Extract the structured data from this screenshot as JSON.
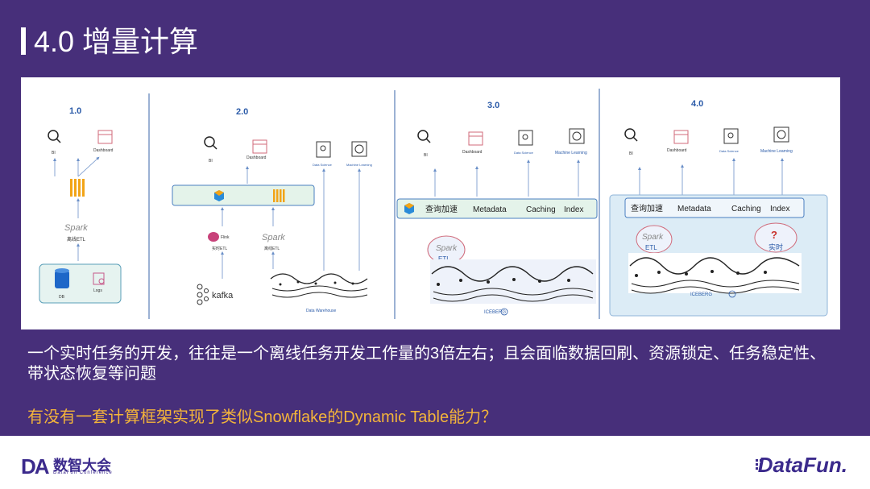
{
  "title": "4.0 增量计算",
  "body_text": "一个实时任务的开发，往往是一个离线任务开发工作量的3倍左右；且会面临数据回刷、资源锁定、任务稳定性、带状态恢复等问题",
  "highlight_text": "有没有一套计算框架实现了类似Snowflake的Dynamic Table能力？",
  "colors": {
    "background": "#472f7a",
    "highlight": "#f3b43a",
    "brand": "#3b2a8c"
  },
  "diagram": {
    "panel1": {
      "version": "1.0",
      "bi": "BI",
      "dashboard": "Dashboard",
      "spark_etl": "离线ETL",
      "db": "DB",
      "logs": "Logs",
      "spark": "Spark"
    },
    "panel2": {
      "version": "2.0",
      "bi": "BI",
      "dashboard": "Dashboard",
      "data_science": "Data Science",
      "machine_learning": "Machine Learning",
      "flink": "Flink",
      "flink_etl": "实时ETL",
      "spark": "Spark",
      "spark_etl": "离线ETL",
      "kafka": "kafka",
      "warehouse": "Data Warehouse"
    },
    "panel3": {
      "version": "3.0",
      "bi": "BI",
      "dashboard": "Dashboard",
      "data_science": "Data Science",
      "machine_learning": "Machine Learning",
      "accel": "查询加速",
      "metadata": "Metadata",
      "caching": "Caching",
      "index": "Index",
      "spark": "Spark",
      "etl": "ETL",
      "iceberg": "ICEBERG"
    },
    "panel4": {
      "version": "4.0",
      "bi": "BI",
      "dashboard": "Dashboard",
      "data_science": "Data Science",
      "machine_learning": "Machine Learning",
      "accel": "查询加速",
      "metadata": "Metadata",
      "caching": "Caching",
      "index": "Index",
      "spark": "Spark",
      "etl": "ETL",
      "realtime": "实时",
      "iceberg": "ICEBERG"
    }
  },
  "footer": {
    "logo_da": "DA",
    "logo_cn": "数智大会",
    "logo_sub": "DataFun Conference",
    "logo_datafun": "DataFun."
  }
}
